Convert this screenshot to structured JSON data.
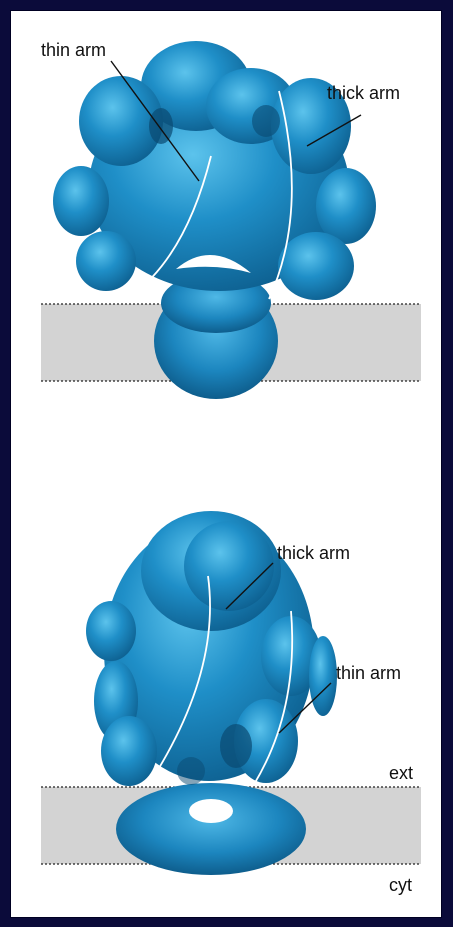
{
  "colors": {
    "page_background": "#0b0b3a",
    "panel_background": "#ffffff",
    "membrane_band": "#d3d3d3",
    "density": "#1f8fc8",
    "density_dark": "#0d5f8f",
    "density_highlight": "#5cc3ec",
    "arm_trace": "#ffffff",
    "label_text": "#111111"
  },
  "top_view": {
    "thin_arm_label": "thin arm",
    "thick_arm_label": "thick arm"
  },
  "side_view": {
    "thick_arm_label": "thick arm",
    "thin_arm_label": "thin arm",
    "ext_label": "ext",
    "cyt_label": "cyt"
  }
}
